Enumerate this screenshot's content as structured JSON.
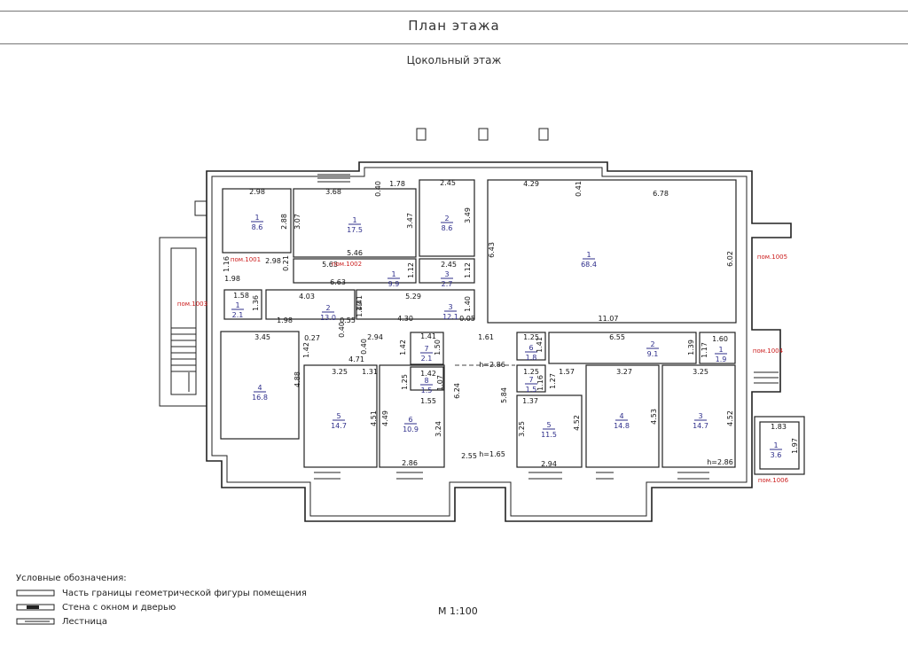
{
  "title": "План этажа",
  "subtitle": "Цокольный этаж",
  "scale": "М 1:100",
  "legend": {
    "heading": "Условные обозначения:",
    "items": [
      "Часть границы геометрической фигуры помещения",
      "Стена с окном и дверью",
      "Лестница"
    ]
  },
  "colors": {
    "wall": "#222222",
    "room_label": "#2d2d8a",
    "premise_label": "#cc1f1f",
    "dimension": "#111111"
  },
  "premises": [
    "пом.1001",
    "пом.1002",
    "пом.1003",
    "пом.1004",
    "пом.1005",
    "пом.1006"
  ],
  "heights": [
    "h=2.86",
    "h=1.65",
    "h=2.86"
  ],
  "rooms": [
    {
      "num": "1",
      "area": "8.6"
    },
    {
      "num": "1",
      "area": "17.5"
    },
    {
      "num": "2",
      "area": "8.6"
    },
    {
      "num": "1",
      "area": "68.4"
    },
    {
      "num": "1",
      "area": "9.9"
    },
    {
      "num": "3",
      "area": "2.7"
    },
    {
      "num": "1",
      "area": "2.1"
    },
    {
      "num": "2",
      "area": "13.0"
    },
    {
      "num": "3",
      "area": "12.1"
    },
    {
      "num": "7",
      "area": "2.1"
    },
    {
      "num": "8",
      "area": "1.5"
    },
    {
      "num": "4",
      "area": "16.8"
    },
    {
      "num": "5",
      "area": "14.7"
    },
    {
      "num": "6",
      "area": "10.9"
    },
    {
      "num": "6",
      "area": "1.8"
    },
    {
      "num": "7",
      "area": "1.5"
    },
    {
      "num": "2",
      "area": "9.1"
    },
    {
      "num": "1",
      "area": "1.9"
    },
    {
      "num": "5",
      "area": "11.5"
    },
    {
      "num": "4",
      "area": "14.8"
    },
    {
      "num": "3",
      "area": "14.7"
    },
    {
      "num": "1",
      "area": "3.6"
    }
  ],
  "dimensions": [
    "2.98",
    "3.68",
    "0.40",
    "1.78",
    "2.45",
    "4.29",
    "0.41",
    "6.78",
    "2.88",
    "3.07",
    "3.47",
    "3.49",
    "6.43",
    "6.02",
    "5.46",
    "1.16",
    "2.98",
    "0.21",
    "5.63",
    "1.12",
    "2.45",
    "1.12",
    "1.98",
    "6.63",
    "1.58",
    "4.03",
    "5.29",
    "1.36",
    "1.41",
    "1.40",
    "1.40",
    "1.98",
    "0.55",
    "4.30",
    "0.05",
    "0.40",
    "11.07",
    "3.45",
    "0.27",
    "2.94",
    "1.41",
    "1.61",
    "1.25",
    "6.55",
    "1.60",
    "0.40",
    "1.42",
    "1.42",
    "1.50",
    "1.41",
    "1.39",
    "1.17",
    "4.71",
    "3.25",
    "1.31",
    "1.42",
    "1.25",
    "1.57",
    "3.27",
    "3.25",
    "1.25",
    "1.16",
    "1.27",
    "4.88",
    "1.07",
    "6.24",
    "1.55",
    "5.84",
    "1.37",
    "1.83",
    "4.51",
    "4.49",
    "3.24",
    "3.25",
    "4.52",
    "4.53",
    "4.52",
    "1.97",
    "2.86",
    "2.55",
    "2.94"
  ]
}
